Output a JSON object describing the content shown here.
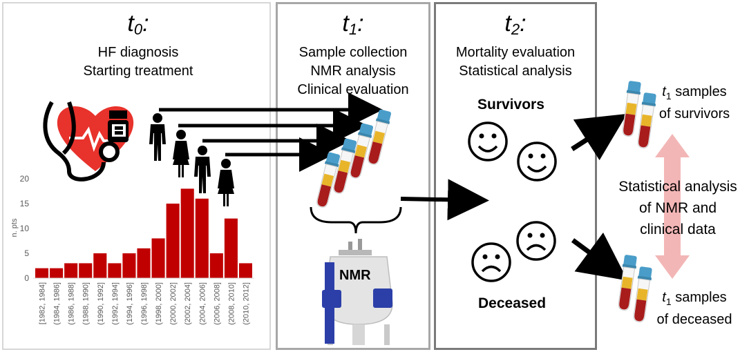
{
  "panels": {
    "t0": {
      "label": "t",
      "sub": "0",
      "colon": ":",
      "lines": [
        "HF diagnosis",
        "Starting treatment"
      ]
    },
    "t1": {
      "label": "t",
      "sub": "1",
      "colon": ":",
      "lines": [
        "Sample collection",
        "NMR analysis",
        "Clinical evaluation"
      ]
    },
    "t2": {
      "label": "t",
      "sub": "2",
      "colon": ":",
      "lines": [
        "Mortality evaluation",
        "Statistical analysis"
      ]
    }
  },
  "nmr_label": "NMR",
  "survivors_label": "Survivors",
  "deceased_label": "Deceased",
  "results": {
    "survivors_t": "t",
    "survivors_sub": "1",
    "survivors_line1": " samples",
    "survivors_line2": "of survivors",
    "deceased_t": "t",
    "deceased_sub": "1",
    "deceased_line1": " samples",
    "deceased_line2": "of deceased",
    "stat_lines": [
      "Statistical analysis",
      "of NMR and",
      "clinical data"
    ]
  },
  "colors": {
    "bar": "#c00000",
    "heart": "#e8322c",
    "tube_cap": "#4a9dc9",
    "blood": "#a81c1c",
    "serum": "#e8b52a",
    "arrow": "#000000",
    "double_arrow": "#f3b6b6",
    "nmr_blue": "#2c3fa8"
  },
  "chart_data": {
    "type": "bar",
    "ylabel": "n. pts",
    "ylim": [
      0,
      20
    ],
    "yticks": [
      0,
      5,
      10,
      15,
      20
    ],
    "categories": [
      "[1982, 1984]",
      "(1984, 1986]",
      "(1986, 1988]",
      "(1988, 1990]",
      "(1990, 1992]",
      "(1992, 1994]",
      "(1994, 1996]",
      "(1996, 1998]",
      "(1998, 2000]",
      "(2000, 2002]",
      "(2002, 2004]",
      "(2004, 2006]",
      "(2006, 2008]",
      "(2008, 2010]",
      "(2010, 2012]"
    ],
    "values": [
      2,
      2,
      3,
      3,
      5,
      3,
      5,
      6,
      8,
      15,
      18,
      16,
      5,
      12,
      3
    ],
    "grid": false
  }
}
